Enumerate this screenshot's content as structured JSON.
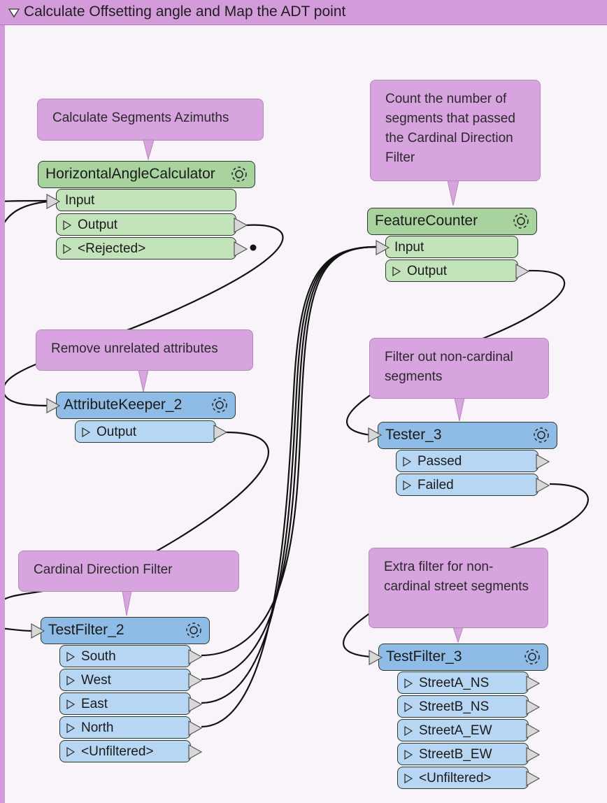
{
  "bookmark": {
    "title": "Calculate Offsetting angle and Map the ADT point"
  },
  "colors": {
    "bookmark": "#d49bdb",
    "note": "#d8a4e0",
    "transformer_green": "#a8d39e",
    "port_green": "#c3e3bb",
    "transformer_blue": "#8fbce6",
    "port_blue": "#b7d6f3",
    "canvas": "#f9f4f9"
  },
  "notes": {
    "azimuth": "Calculate Segments Azimuths",
    "counter": "Count the number of segments that passed the Cardinal Direction Filter",
    "remove": "Remove unrelated attributes",
    "noncardinal": "Filter out non-cardinal segments",
    "cardinal": "Cardinal Direction Filter",
    "extra": "Extra filter for non-cardinal street segments"
  },
  "transformers": {
    "hac": {
      "name": "HorizontalAngleCalculator",
      "input": "Input",
      "output": "Output",
      "rejected": "<Rejected>"
    },
    "fc": {
      "name": "FeatureCounter",
      "input": "Input",
      "output": "Output"
    },
    "ak": {
      "name": "AttributeKeeper_2",
      "output": "Output"
    },
    "tester": {
      "name": "Tester_3",
      "passed": "Passed",
      "failed": "Failed"
    },
    "tf2": {
      "name": "TestFilter_2",
      "ports": [
        "South",
        "West",
        "East",
        "North",
        "<Unfiltered>"
      ]
    },
    "tf3": {
      "name": "TestFilter_3",
      "ports": [
        "StreetA_NS",
        "StreetB_NS",
        "StreetA_EW",
        "StreetB_EW",
        "<Unfiltered>"
      ]
    }
  }
}
